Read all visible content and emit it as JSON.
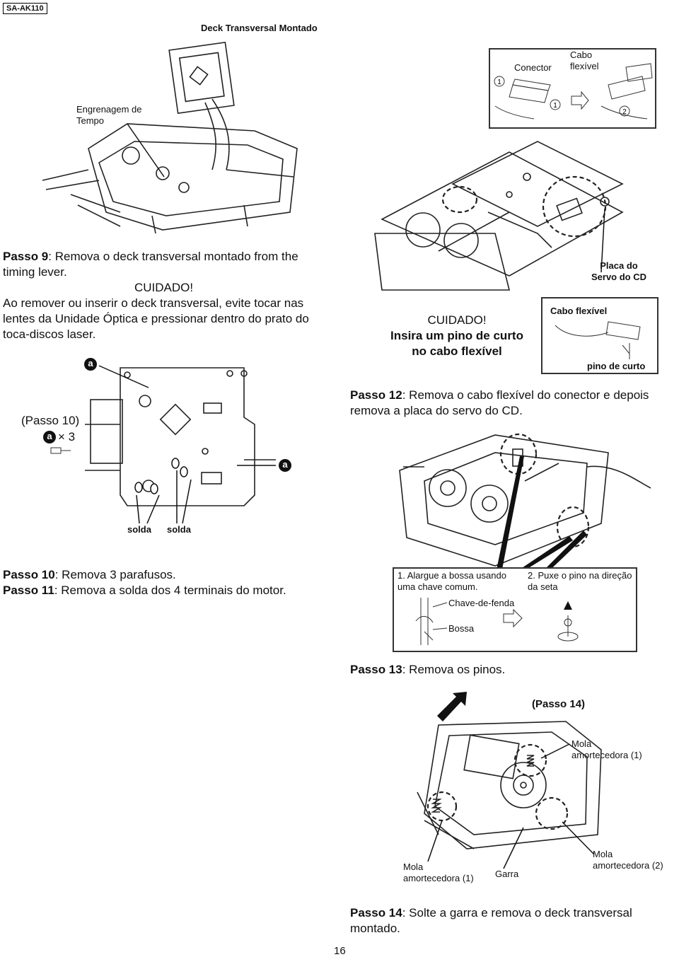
{
  "header": {
    "model": "SA-AK110"
  },
  "fig1": {
    "title": "Deck Transversal Montado",
    "gear_label": "Engrenagem de Tempo",
    "connector_label": "Conector",
    "flex_cable_label": "Cabo flexível"
  },
  "step9": {
    "heading": "Passo 9",
    "text": ": Remova o deck transversal montado from the timing lever.",
    "caution": "CUIDADO!",
    "caution_text": "Ao remover ou inserir o deck transversal, evite tocar nas lentes da Unidade Óptica e pressionar dentro do prato do toca-discos laser."
  },
  "fig2": {
    "caution": "CUIDADO!",
    "caution_text": "Insira um pino de curto no cabo flexível",
    "servo_board_label": "Placa do Servo do CD",
    "flex_cable_label": "Cabo flexível",
    "short_pin_label": "pino de curto"
  },
  "step12": {
    "heading": "Passo 12",
    "text": ": Remova o cabo flexível do conector e depois remova a placa do servo do CD."
  },
  "fig3": {
    "step_ref": "(Passo 10)",
    "screw_marker": "a",
    "screw_count": "× 3",
    "solder_left": "solda",
    "solder_right": "solda"
  },
  "step10": {
    "heading": "Passo 10",
    "text": ": Remova 3 parafusos."
  },
  "step11": {
    "heading": "Passo 11",
    "text": ": Remova a solda dos 4 terminais do motor."
  },
  "fig4": {
    "instr1": "1. Alargue a bossa usando uma chave comum.",
    "instr2": "2. Puxe o pino na direção da seta",
    "screwdriver_label": "Chave-de-fenda",
    "boss_label": "Bossa"
  },
  "step13": {
    "heading": "Passo 13",
    "text": ": Remova os pinos."
  },
  "fig5": {
    "step_ref": "(Passo 14)",
    "spring1_label": "Mola amortecedora (1)",
    "spring1b_label": "Mola amortecedora (1)",
    "claw_label": "Garra",
    "spring2_label": "Mola amortecedora (2)"
  },
  "step14": {
    "heading": "Passo 14",
    "text": ": Solte a garra e remova o deck transversal montado."
  },
  "footer": {
    "page_number": "16"
  }
}
